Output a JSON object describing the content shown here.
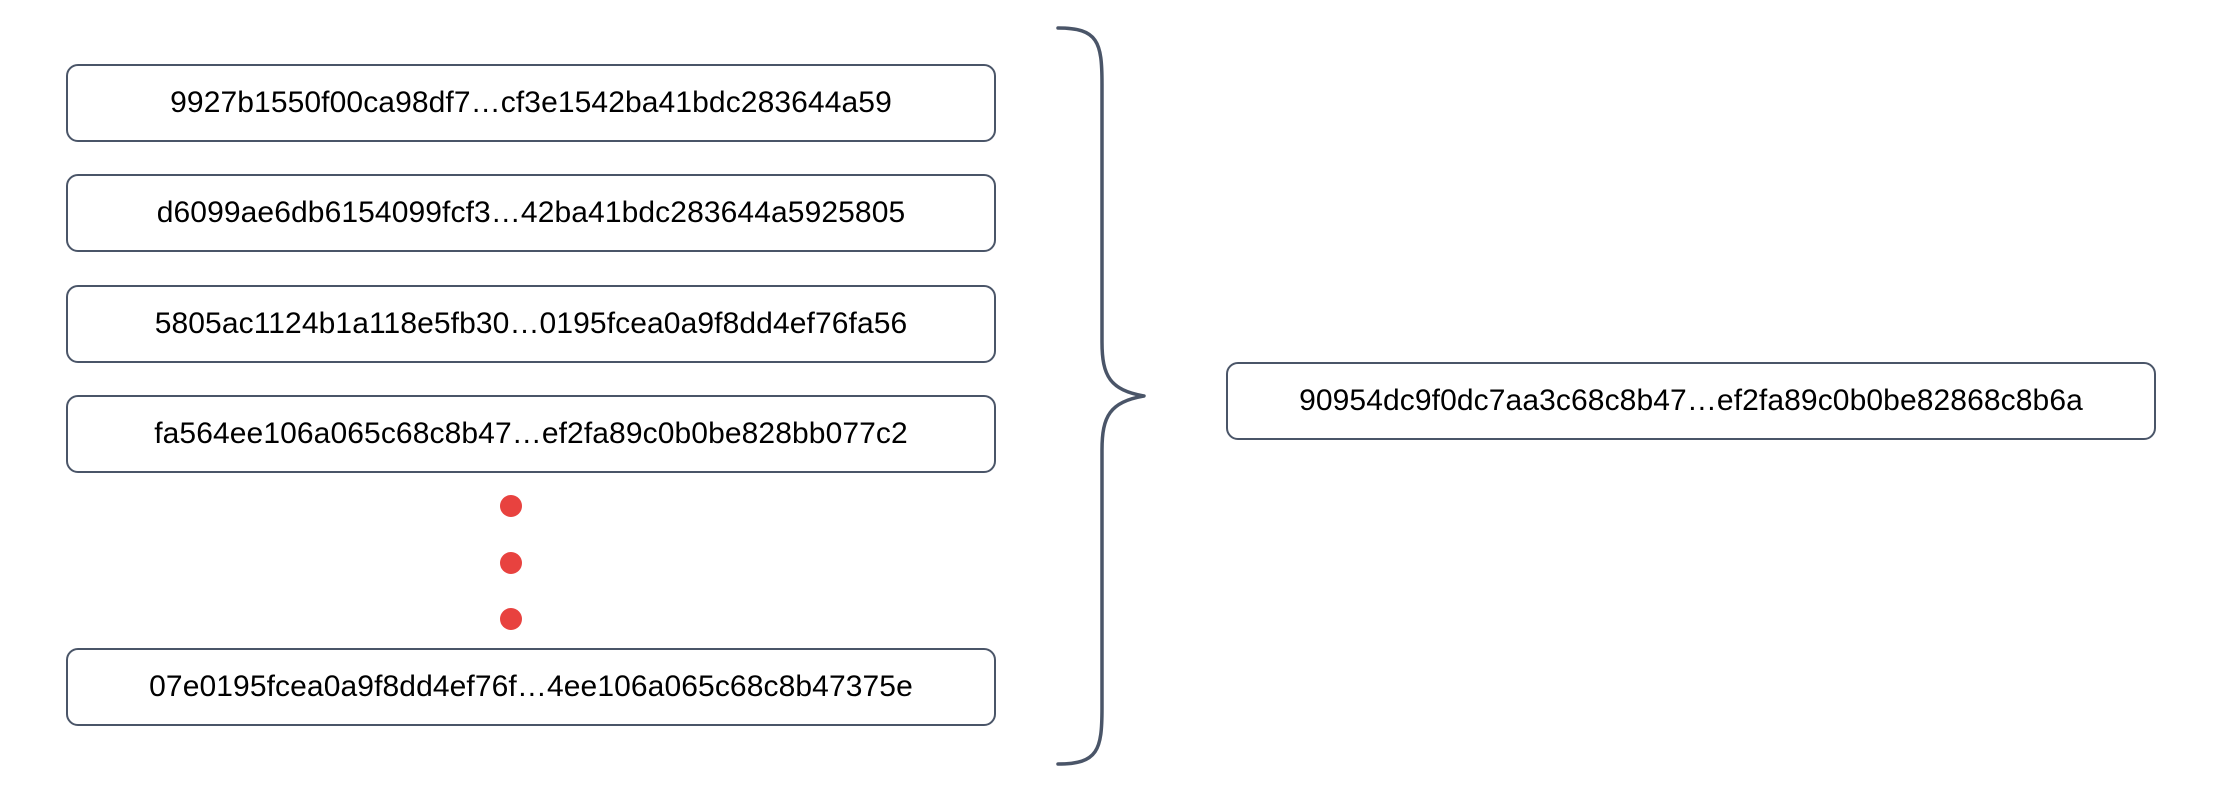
{
  "diagram": {
    "type": "hash-aggregation",
    "description": "Multiple input hash values grouped by a curly brace producing a single aggregated output hash",
    "accent_color": "#e8423f",
    "box_border_color": "#4a5568",
    "brace_color": "#4a5568",
    "text_color": "#000000",
    "background_color": "#ffffff"
  },
  "inputs": {
    "items": [
      {
        "label": "9927b1550f00ca98df7…cf3e1542ba41bdc283644a59"
      },
      {
        "label": "d6099ae6db6154099fcf3…42ba41bdc283644a5925805"
      },
      {
        "label": "5805ac1124b1a118e5fb30…0195fcea0a9f8dd4ef76fa56"
      },
      {
        "label": "fa564ee106a065c68c8b47…ef2fa89c0b0be828bb077c2"
      },
      {
        "label": "07e0195fcea0a9f8dd4ef76f…4ee106a065c68c8b47375e"
      }
    ],
    "ellipsis": {
      "dot_count": 3,
      "meaning": "additional hash entries omitted"
    }
  },
  "output": {
    "label": "90954dc9f0dc7aa3c68c8b47…ef2fa89c0b0be82868c8b6a"
  }
}
